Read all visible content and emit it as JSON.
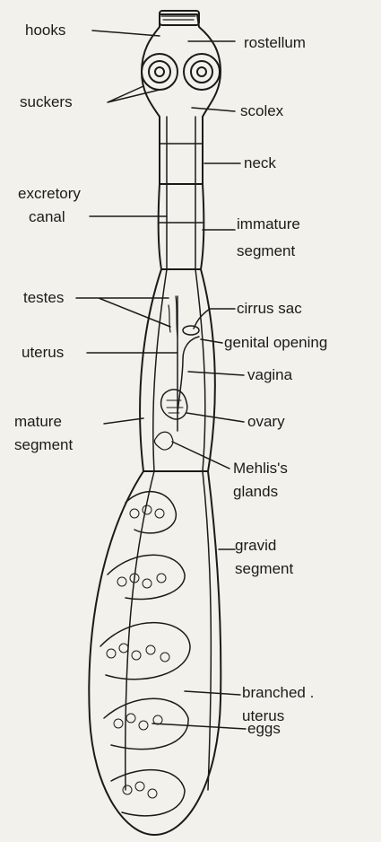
{
  "labels": {
    "hooks": "hooks",
    "rostellum": "rostellum",
    "suckers": "suckers",
    "scolex": "scolex",
    "neck": "neck",
    "excretory_canal_1": "excretory",
    "excretory_canal_2": "canal",
    "immature_segment_1": "immature",
    "immature_segment_2": "segment",
    "testes": "testes",
    "cirrus_sac": "cirrus sac",
    "uterus": "uterus",
    "genital_opening": "genital opening",
    "vagina": "vagina",
    "mature_segment_1": "mature",
    "mature_segment_2": "segment",
    "ovary": "ovary",
    "mehlis_glands_1": "Mehlis's",
    "mehlis_glands_2": "glands",
    "gravid_segment_1": "gravid",
    "gravid_segment_2": "segment",
    "branched_uterus_1": "branched .",
    "branched_uterus_2": "uterus",
    "eggs": "eggs"
  },
  "colors": {
    "ink": "#1d1b19",
    "background": "#f3f1ec"
  }
}
